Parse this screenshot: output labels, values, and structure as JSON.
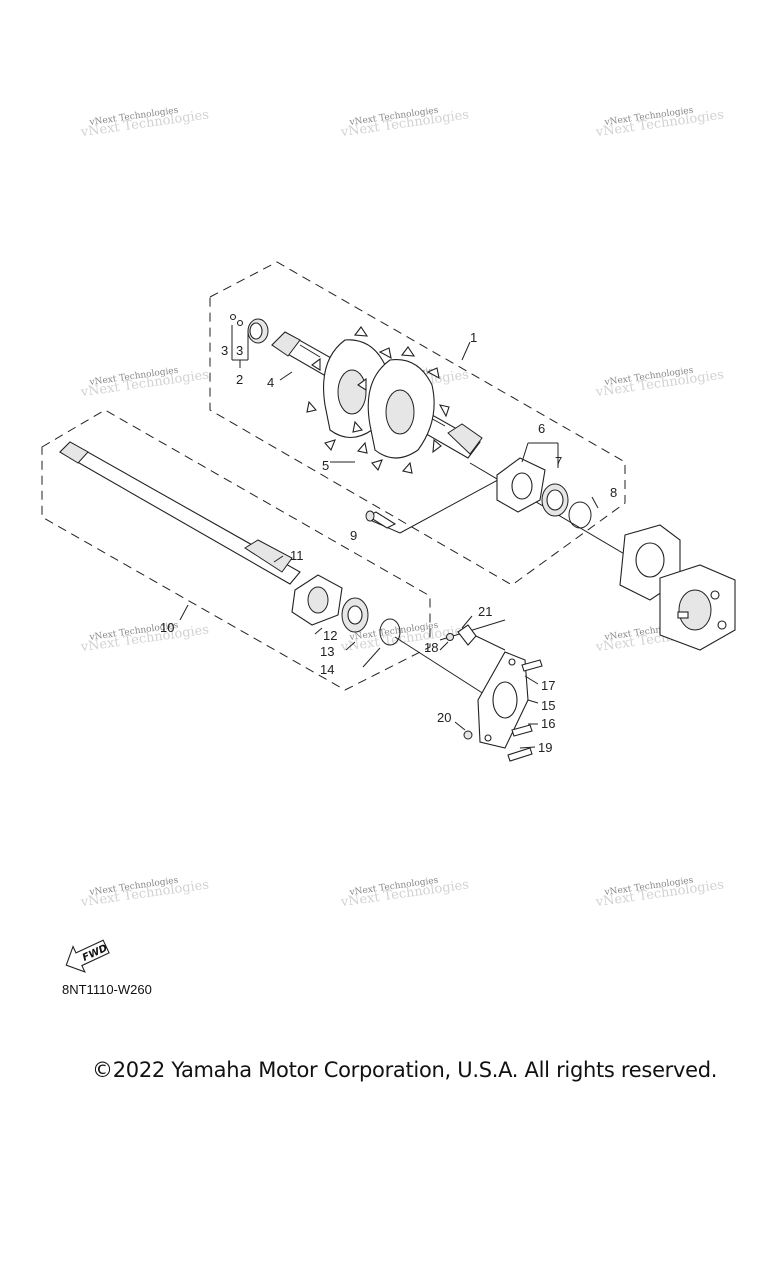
{
  "watermark": {
    "text": "vNext Technologies",
    "positions_note": ""
  },
  "callouts": [
    "1",
    "2",
    "3",
    "3",
    "4",
    "5",
    "6",
    "7",
    "8",
    "9",
    "10",
    "11",
    "12",
    "13",
    "14",
    "15",
    "16",
    "17",
    "18",
    "19",
    "20",
    "21"
  ],
  "fwd_label": "FWD",
  "diagram_code": "8NT1110-W260",
  "copyright": "©2022 Yamaha Motor Corporation, U.S.A. All rights reserved."
}
